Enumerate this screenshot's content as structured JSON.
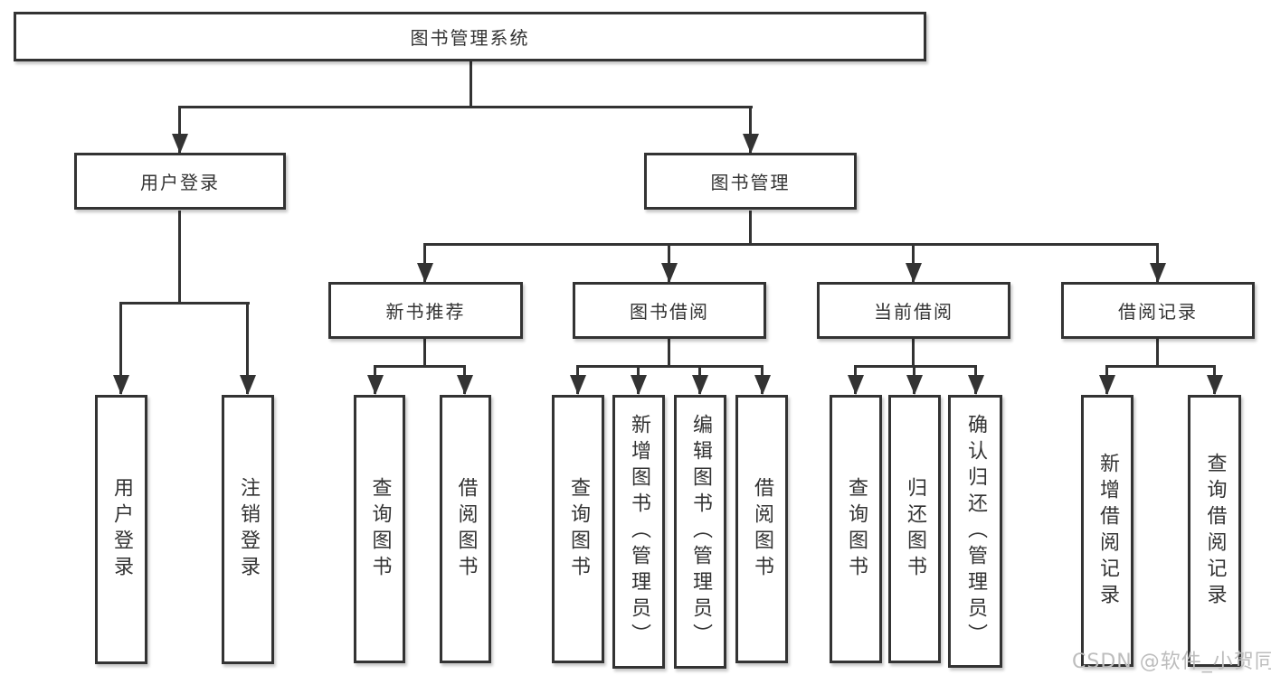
{
  "diagram_type": "hierarchy",
  "root": {
    "label": "图书管理系统"
  },
  "level2": [
    {
      "label": "用户登录",
      "parent": "图书管理系统"
    },
    {
      "label": "图书管理",
      "parent": "图书管理系统"
    }
  ],
  "level3": [
    {
      "label": "新书推荐",
      "parent": "图书管理"
    },
    {
      "label": "图书借阅",
      "parent": "图书管理"
    },
    {
      "label": "当前借阅",
      "parent": "图书管理"
    },
    {
      "label": "借阅记录",
      "parent": "图书管理"
    }
  ],
  "leaves": [
    {
      "label": "用户登录",
      "parent": "用户登录"
    },
    {
      "label": "注销登录",
      "parent": "用户登录"
    },
    {
      "label": "查询图书",
      "parent": "新书推荐"
    },
    {
      "label": "借阅图书",
      "parent": "新书推荐"
    },
    {
      "label": "查询图书",
      "parent": "图书借阅"
    },
    {
      "label": "新增图书（管理员）",
      "parent": "图书借阅"
    },
    {
      "label": "编辑图书（管理员）",
      "parent": "图书借阅"
    },
    {
      "label": "借阅图书",
      "parent": "图书借阅"
    },
    {
      "label": "查询图书",
      "parent": "当前借阅"
    },
    {
      "label": "归还图书",
      "parent": "当前借阅"
    },
    {
      "label": "确认归还（管理员）",
      "parent": "当前借阅"
    },
    {
      "label": "新增借阅记录",
      "parent": "借阅记录"
    },
    {
      "label": "查询借阅记录",
      "parent": "借阅记录"
    }
  ],
  "watermark": {
    "text": "CSDN @软件_小贺同学"
  },
  "colors": {
    "line": "#333333",
    "text": "#333333",
    "box_background": "#ffffff",
    "watermark": "#bdbdbd"
  }
}
